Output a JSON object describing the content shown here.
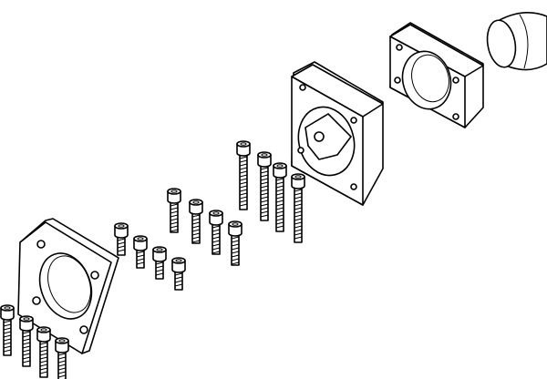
{
  "drawing": {
    "colors": {
      "stroke": "#000000",
      "background": "#ffffff"
    },
    "parts": [
      "flange-plate",
      "screw-set",
      "coupling-housing",
      "adapter-plate",
      "coupling"
    ]
  }
}
